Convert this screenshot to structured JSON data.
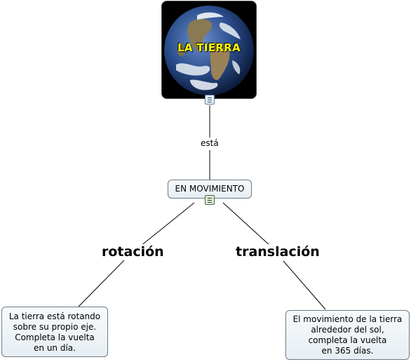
{
  "root": {
    "title": "LA TIERRA"
  },
  "link1": {
    "label": "está"
  },
  "middle": {
    "label": "EN MOVIMIENTO"
  },
  "left_branch": {
    "label": "rotación",
    "lines": [
      "La tierra está rotando",
      "sobre su propio eje.",
      "Completa la vuelta",
      "en un día."
    ]
  },
  "right_branch": {
    "label": "translación",
    "lines": [
      "El movimiento de la tierra",
      "alrededor del sol,",
      "completa la vuelta",
      "en 365 días."
    ]
  },
  "icons": [
    "document-icon",
    "film-icon"
  ],
  "colors": {
    "title": "#ffff00",
    "node_border": "#6c7a86",
    "node_fill": "#eef3f7"
  }
}
